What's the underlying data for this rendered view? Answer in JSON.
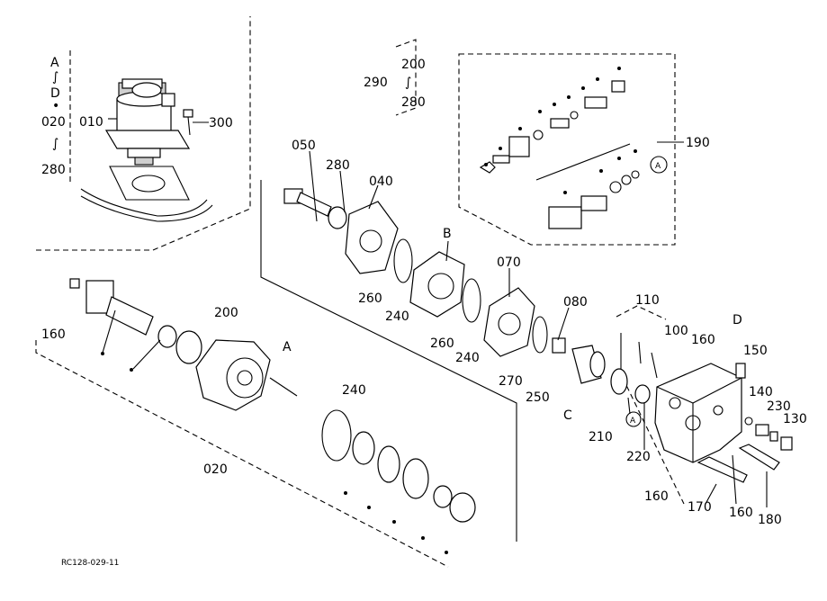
{
  "diagram": {
    "labels": {
      "a_top": "A",
      "tilde_a": "∫",
      "d_left": "D",
      "bullet": "•",
      "p020_left": "020",
      "p010": "010",
      "tilde_020": "∫",
      "p280_left": "280",
      "p300": "300",
      "p290": "290",
      "p200_top": "200",
      "tilde_290": "∫",
      "p280_top": "280",
      "p190": "190",
      "circ_a_right": "A",
      "p050": "050",
      "p280_mid": "280",
      "p040": "040",
      "pB": "B",
      "p070": "070",
      "p260_a": "260",
      "p240_a": "240",
      "p260_b": "260",
      "p240_b": "240",
      "p080": "080",
      "p270": "270",
      "p250": "250",
      "p110": "110",
      "p100": "100",
      "p160_a": "160",
      "pD": "D",
      "p150": "150",
      "p140": "140",
      "p230": "230",
      "p130": "130",
      "pC": "C",
      "p210": "210",
      "circ_a_mid": "A",
      "p220": "220",
      "p160_b": "160",
      "p170": "170",
      "p160_c": "160",
      "p180": "180",
      "p160_left": "160",
      "p200_mid": "200",
      "pA": "A",
      "p240_low": "240",
      "p020_low": "020",
      "code": "RC128-029-11"
    }
  }
}
